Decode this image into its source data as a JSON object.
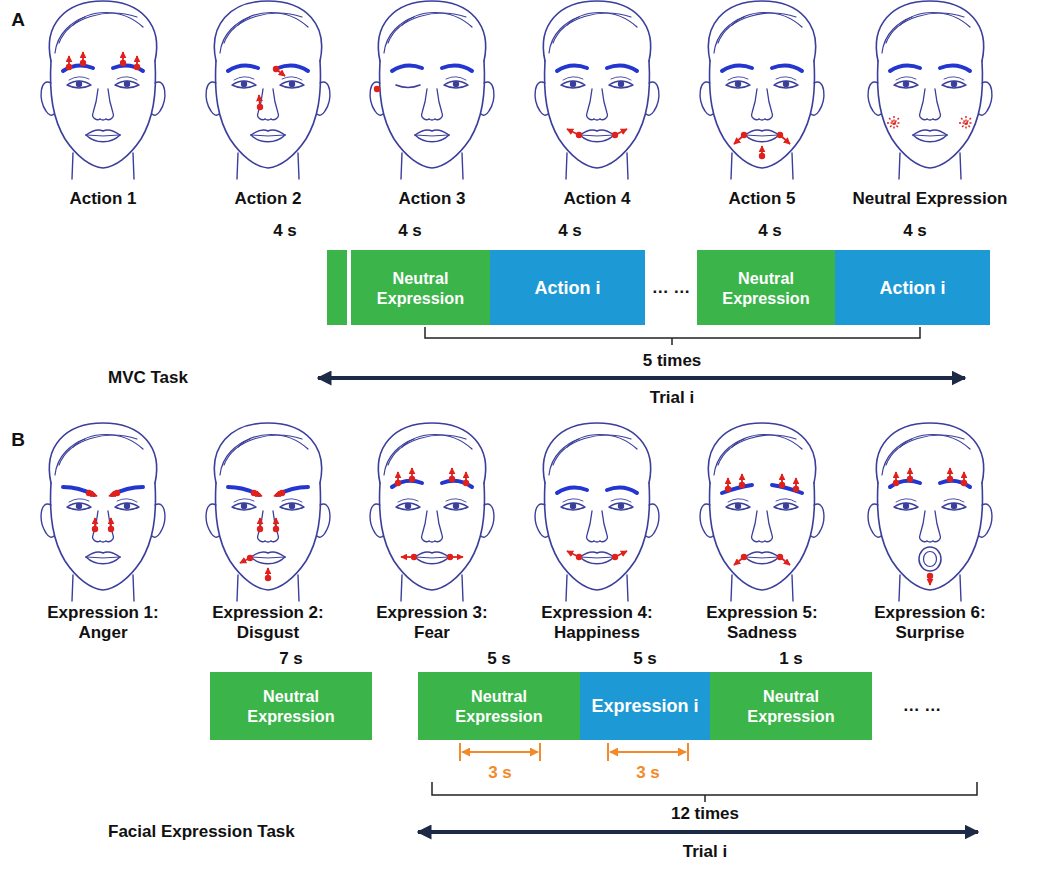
{
  "diagram": {
    "nodes": [
      {
        "text": [
          "Neutral Expression"
        ]
      },
      {
        "text": [
          "Action i"
        ]
      },
      {
        "text": [
          "Neutral Expression"
        ]
      },
      {
        "text": [
          "Action i"
        ]
      },
      {
        "text": [
          "Neutral Expression"
        ]
      },
      {
        "text": [
          "Neutral Expression"
        ]
      },
      {
        "text": [
          "Expression i"
        ]
      },
      {
        "text": [
          "Neutral Expression"
        ]
      }
    ],
    "labels": [
      "A",
      "Action 1",
      "Action 2",
      "Action 3",
      "Action 4",
      "Action 5",
      "Neutral Expression",
      "4 s",
      "4 s",
      "4 s",
      "4 s",
      "4 s",
      "… …",
      "5 times",
      "MVC Task",
      "Trial i",
      "B",
      "Expression 1: Anger",
      "Expression 2: Disgust",
      "Expression 3: Fear",
      "Expression 4: Happiness",
      "Expression 5: Sadness",
      "Expression 6: Surprise",
      "7 s",
      "5 s",
      "5 s",
      "1 s",
      "… …",
      "3 s",
      "3 s",
      "12 times",
      "Facial Expression Task",
      "Trial i"
    ]
  }
}
